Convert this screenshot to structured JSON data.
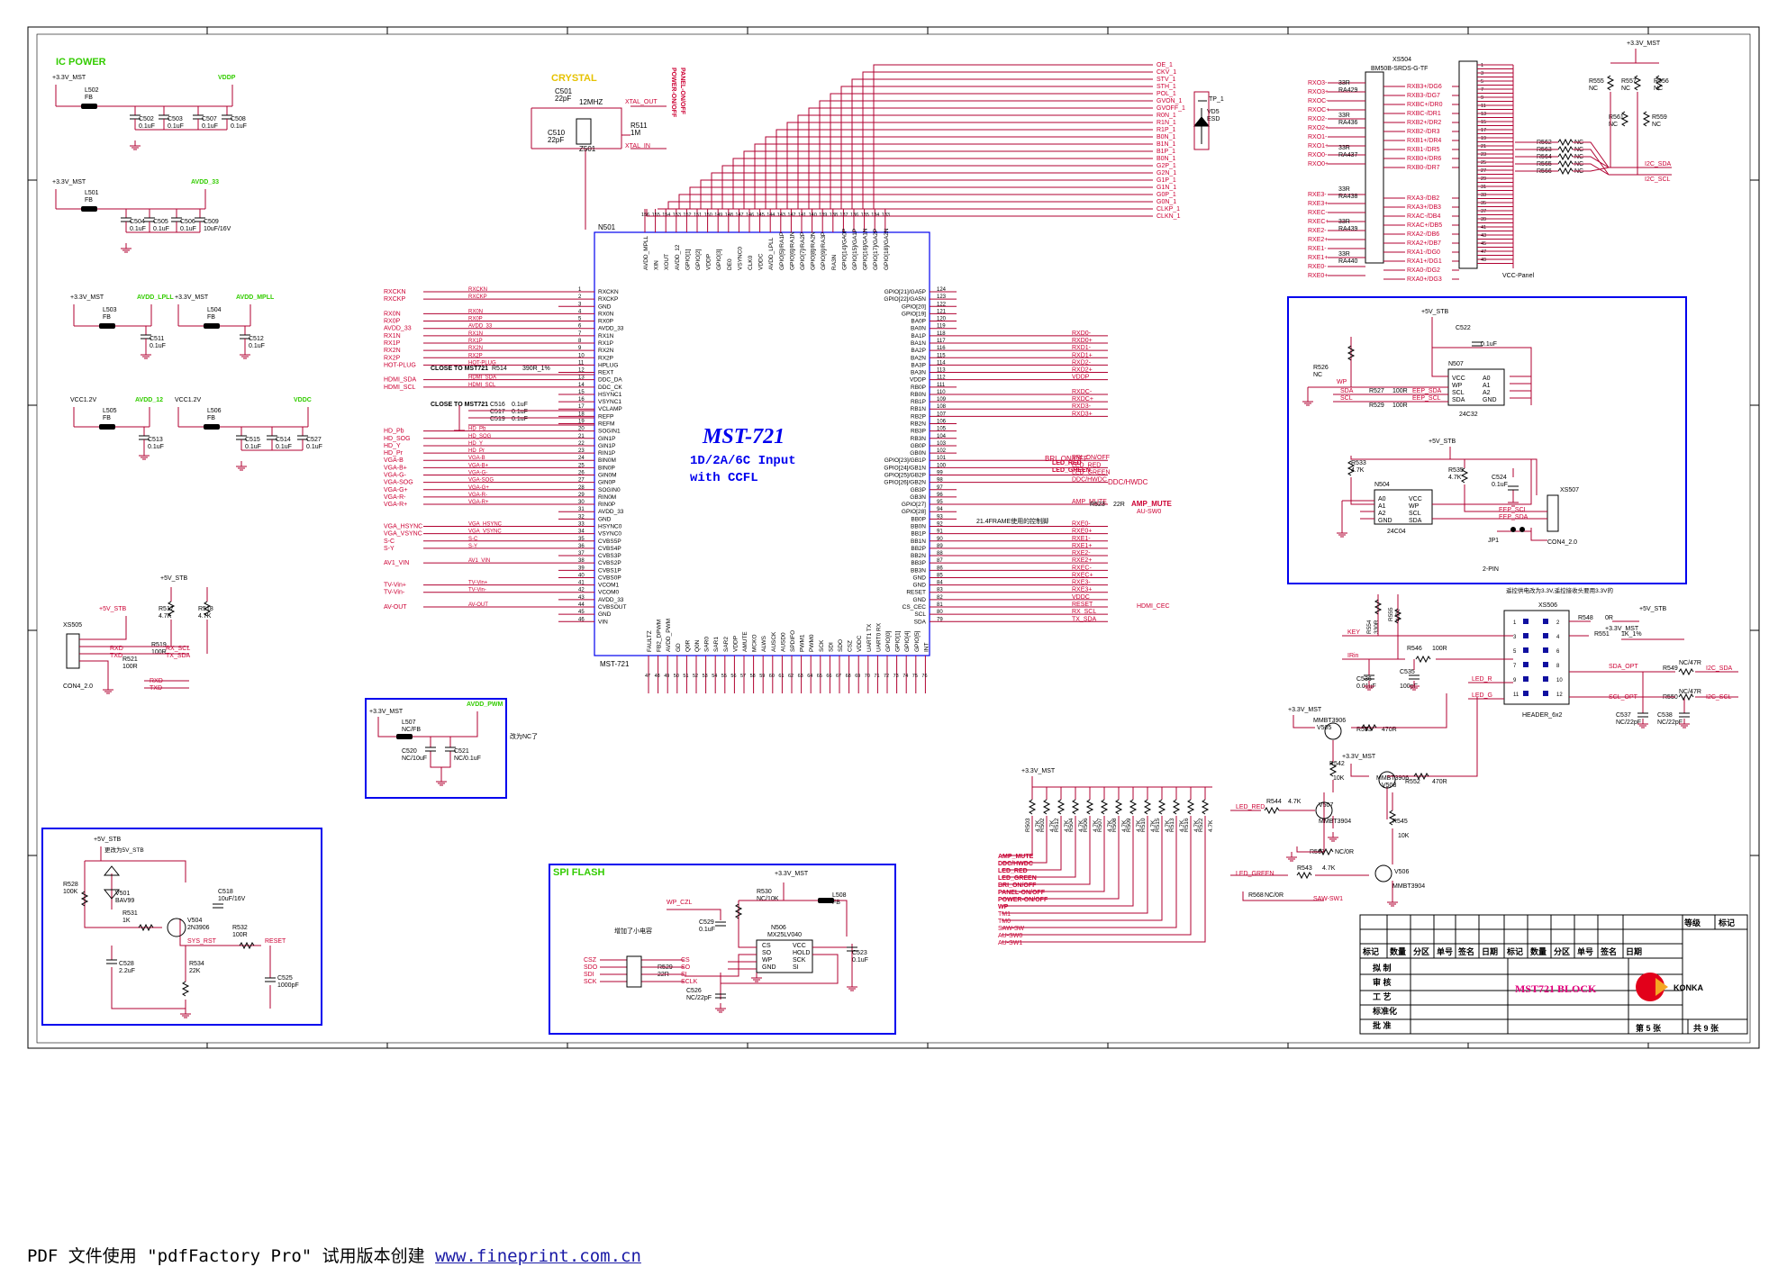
{
  "titles": {
    "ic_power": "IC POWER",
    "crystal": "CRYSTAL",
    "spi_flash": "SPI FLASH",
    "chip_name": "MST-721",
    "chip_sub1": "1D/2A/6C Input",
    "chip_sub2": "with CCFL",
    "chip_ref": "N501",
    "chip_bottom": "MST-721"
  },
  "chip": {
    "left_pins": [
      {
        "n": "1",
        "name": "RXCKN",
        "net": "RXCKN"
      },
      {
        "n": "2",
        "name": "RXCKP",
        "net": "RXCKP"
      },
      {
        "n": "3",
        "name": "GND",
        "net": ""
      },
      {
        "n": "4",
        "name": "RX0N",
        "net": "RX0N"
      },
      {
        "n": "5",
        "name": "RX0P",
        "net": "RX0P"
      },
      {
        "n": "6",
        "name": "AVDD_33",
        "net": "AVDD_33"
      },
      {
        "n": "7",
        "name": "RX1N",
        "net": "RX1N"
      },
      {
        "n": "8",
        "name": "RX1P",
        "net": "RX1P"
      },
      {
        "n": "9",
        "name": "RX2N",
        "net": "RX2N"
      },
      {
        "n": "10",
        "name": "RX2P",
        "net": "RX2P"
      },
      {
        "n": "11",
        "name": "HPLUG",
        "net": "HOT-PLUG"
      },
      {
        "n": "12",
        "name": "REXT",
        "net": ""
      },
      {
        "n": "13",
        "name": "DDC_DA",
        "net": "HDMI_SDA"
      },
      {
        "n": "14",
        "name": "DDC_CK",
        "net": "HDMI_SCL"
      },
      {
        "n": "15",
        "name": "HSYNC1",
        "net": ""
      },
      {
        "n": "16",
        "name": "VSYNC1",
        "net": ""
      },
      {
        "n": "17",
        "name": "VCLAMP",
        "net": ""
      },
      {
        "n": "18",
        "name": "REFP",
        "net": ""
      },
      {
        "n": "19",
        "name": "REFM",
        "net": ""
      },
      {
        "n": "20",
        "name": "SOGIN1",
        "net": "HD_Pb"
      },
      {
        "n": "21",
        "name": "GIN1P",
        "net": "HD_SOG"
      },
      {
        "n": "22",
        "name": "GIN1P",
        "net": "HD_Y"
      },
      {
        "n": "23",
        "name": "RIN1P",
        "net": "HD_Pr"
      },
      {
        "n": "24",
        "name": "BIN0M",
        "net": "VGA-B"
      },
      {
        "n": "25",
        "name": "BIN0P",
        "net": "VGA-B+"
      },
      {
        "n": "26",
        "name": "GIN0M",
        "net": "VGA-G-"
      },
      {
        "n": "27",
        "name": "GIN0P",
        "net": "VGA-SOG"
      },
      {
        "n": "28",
        "name": "SOGIN0",
        "net": "VGA-G+"
      },
      {
        "n": "29",
        "name": "RIN0M",
        "net": "VGA-R-"
      },
      {
        "n": "30",
        "name": "RIN0P",
        "net": "VGA-R+"
      },
      {
        "n": "31",
        "name": "AVDD_33",
        "net": ""
      },
      {
        "n": "32",
        "name": "GND",
        "net": ""
      },
      {
        "n": "33",
        "name": "HSYNC0",
        "net": "VGA_HSYNC"
      },
      {
        "n": "34",
        "name": "VSYNC0",
        "net": "VGA_VSYNC"
      },
      {
        "n": "35",
        "name": "CVBS5P",
        "net": "S-C"
      },
      {
        "n": "36",
        "name": "CVBS4P",
        "net": "S-Y"
      },
      {
        "n": "37",
        "name": "CVBS3P",
        "net": ""
      },
      {
        "n": "38",
        "name": "CVBS2P",
        "net": "AV1_VIN"
      },
      {
        "n": "39",
        "name": "CVBS1P",
        "net": ""
      },
      {
        "n": "40",
        "name": "CVBS0P",
        "net": ""
      },
      {
        "n": "41",
        "name": "VCOM1",
        "net": "TV-Vin+"
      },
      {
        "n": "42",
        "name": "VCOM0",
        "net": "TV-Vin-"
      },
      {
        "n": "43",
        "name": "AVDD_33",
        "net": ""
      },
      {
        "n": "44",
        "name": "CVBSOUT",
        "net": "AV-OUT"
      },
      {
        "n": "45",
        "name": "GND",
        "net": ""
      },
      {
        "n": "46",
        "name": "VIN",
        "net": ""
      }
    ],
    "right_pins": [
      {
        "n": "124",
        "name": "GPIO[21]/GA5P",
        "net": ""
      },
      {
        "n": "123",
        "name": "GPIO[22]/GA5N",
        "net": ""
      },
      {
        "n": "122",
        "name": "GPIO[20]",
        "net": ""
      },
      {
        "n": "121",
        "name": "GPIO[19]",
        "net": ""
      },
      {
        "n": "120",
        "name": "BA0P",
        "net": ""
      },
      {
        "n": "119",
        "name": "BA0N",
        "net": ""
      },
      {
        "n": "118",
        "name": "BA1P",
        "net": "RXD0-"
      },
      {
        "n": "117",
        "name": "BA1N",
        "net": "RXD0+"
      },
      {
        "n": "116",
        "name": "BA2P",
        "net": "RXD1-"
      },
      {
        "n": "115",
        "name": "BA2N",
        "net": "RXD1+"
      },
      {
        "n": "114",
        "name": "BA3P",
        "net": "RXD2-"
      },
      {
        "n": "113",
        "name": "BA3N",
        "net": "RXD2+"
      },
      {
        "n": "112",
        "name": "VDDP",
        "net": "VDDP"
      },
      {
        "n": "111",
        "name": "RB0P",
        "net": ""
      },
      {
        "n": "110",
        "name": "RB0N",
        "net": "RXDC-"
      },
      {
        "n": "109",
        "name": "RB1P",
        "net": "RXDC+"
      },
      {
        "n": "108",
        "name": "RB1N",
        "net": "RXD3-"
      },
      {
        "n": "107",
        "name": "RB2P",
        "net": "RXD3+"
      },
      {
        "n": "106",
        "name": "RB2N",
        "net": ""
      },
      {
        "n": "105",
        "name": "RB3P",
        "net": ""
      },
      {
        "n": "104",
        "name": "RB3N",
        "net": ""
      },
      {
        "n": "103",
        "name": "GB0P",
        "net": ""
      },
      {
        "n": "102",
        "name": "GB0N",
        "net": ""
      },
      {
        "n": "101",
        "name": "GPIO[23]/GB1P",
        "net": "BRI_ON/OFF"
      },
      {
        "n": "100",
        "name": "GPIO[24]/GB1N",
        "net": "LED_RED"
      },
      {
        "n": "99",
        "name": "GPIO[25]/GB2P",
        "net": "LED_GREEN"
      },
      {
        "n": "98",
        "name": "GPIO[26]/GB2N",
        "net": "DDC/HWDC"
      },
      {
        "n": "97",
        "name": "GB3P",
        "net": ""
      },
      {
        "n": "96",
        "name": "GB3N",
        "net": ""
      },
      {
        "n": "95",
        "name": "GPIO[27]",
        "net": "AMP_MUTE"
      },
      {
        "n": "94",
        "name": "GPIO[28]",
        "net": ""
      },
      {
        "n": "93",
        "name": "BB0P",
        "net": ""
      },
      {
        "n": "92",
        "name": "BB0N",
        "net": "RXE0-"
      },
      {
        "n": "91",
        "name": "BB1P",
        "net": "RXE0+"
      },
      {
        "n": "90",
        "name": "BB1N",
        "net": "RXE1-"
      },
      {
        "n": "89",
        "name": "BB2P",
        "net": "RXE1+"
      },
      {
        "n": "88",
        "name": "BB2N",
        "net": "RXE2-"
      },
      {
        "n": "87",
        "name": "BB3P",
        "net": "RXE2+"
      },
      {
        "n": "86",
        "name": "BB3N",
        "net": "RXEC-"
      },
      {
        "n": "85",
        "name": "GND",
        "net": "RXEC+"
      },
      {
        "n": "84",
        "name": "GND",
        "net": "RXE3-"
      },
      {
        "n": "83",
        "name": "RESET",
        "net": "RXE3+"
      },
      {
        "n": "82",
        "name": "GND",
        "net": "VDDC"
      },
      {
        "n": "81",
        "name": "CS_CEC",
        "net": "RESET"
      },
      {
        "n": "80",
        "name": "SCL",
        "net": "RX_SCL"
      },
      {
        "n": "79",
        "name": "SDA",
        "net": "TX_SDA"
      }
    ],
    "top_pins": [
      "AVDD_MPLL",
      "XIN",
      "XOUT",
      "AVDD_12",
      "GPIO[1]",
      "GPIO[2]",
      "VDDP",
      "GPIO[3]",
      "DE0",
      "VSYNC0",
      "CLK0",
      "VDDC",
      "AVDD_LPLL",
      "GPIO[5]/RA1P",
      "GPIO[6]/RA1N",
      "GPIO[7]/RA2P",
      "GPIO[8]/RA2N",
      "GPIO[9]/RA3P",
      "RA3N",
      "GPIO[14]/GA0P",
      "GPIO[15]/GA1P",
      "GPIO[16]/GA1N",
      "GPIO[17]/GA2P",
      "GPIO[18]/GA2N"
    ],
    "bottom_pins": [
      "FAULTZ",
      "FB2_DPWM",
      "AVDD_PWM",
      "GD",
      "Q0R",
      "Q0N",
      "SAR0",
      "SAR1",
      "SAR2",
      "VDDP",
      "AMUTE",
      "MCKO",
      "ALWS",
      "AUSCK",
      "AUSD0",
      "SPDIFO",
      "PWM1",
      "PWM0",
      "SCK",
      "SDI",
      "SDO",
      "CSZ",
      "VDDC",
      "UART1 TX",
      "UART0 RX",
      "GPIO[0]",
      "GPIO[1]",
      "GPIO[4]",
      "GPIO[5]",
      "INT"
    ]
  },
  "panel_nets": [
    "OE_1",
    "CKV_1",
    "STV_1",
    "STH_1",
    "POL_1",
    "GVON_1",
    "GVOFF_1",
    "R0N_1",
    "R1N_1",
    "R1P_1",
    "B0N_1",
    "B1N_1",
    "B1P_1",
    "B0N_1",
    "G2P_1",
    "G2N_1",
    "G1P_1",
    "G1N_1",
    "G0P_1",
    "G0N_1",
    "CLKP_1",
    "CLKN_1"
  ],
  "ic_power": {
    "blocks": [
      {
        "rail": "+3.3V_MST",
        "ind": "L502",
        "ind_val": "FB",
        "out": "VDDP",
        "caps": [
          "C502",
          "C503",
          "C507",
          "C508"
        ],
        "vals": [
          "0.1uF",
          "0.1uF",
          "0.1uF",
          "0.1uF"
        ]
      },
      {
        "rail": "+3.3V_MST",
        "ind": "L501",
        "ind_val": "FB",
        "out": "AVDD_33",
        "caps": [
          "C504",
          "C505",
          "C506",
          "C509"
        ],
        "vals": [
          "0.1uF",
          "0.1uF",
          "0.1uF",
          "10uF/16V"
        ]
      },
      {
        "rail": "+3.3V_MST",
        "ind": "L503",
        "ind_val": "FB",
        "out": "AVDD_LPLL",
        "caps": [
          "C511"
        ],
        "vals": [
          "0.1uF"
        ]
      },
      {
        "rail": "+3.3V_MST",
        "ind": "L504",
        "ind_val": "FB",
        "out": "AVDD_MPLL",
        "caps": [
          "C512"
        ],
        "vals": [
          "0.1uF"
        ]
      },
      {
        "rail": "VCC1.2V",
        "ind": "L505",
        "ind_val": "FB",
        "out": "AVDD_12",
        "caps": [
          "C513"
        ],
        "vals": [
          "0.1uF"
        ]
      },
      {
        "rail": "VCC1.2V",
        "ind": "L506",
        "ind_val": "FB",
        "out": "VDDC",
        "caps": [
          "C515",
          "C514",
          "C527"
        ],
        "vals": [
          "0.1uF",
          "0.1uF",
          "0.1uF"
        ]
      }
    ]
  },
  "crystal": {
    "xtal": "12MHZ",
    "ref": "Z501",
    "c1": "C501",
    "c1v": "22pF",
    "c2": "C510",
    "c2v": "22pF",
    "r": "R511",
    "rv": "1M",
    "xo": "XTAL_OUT",
    "xi": "XTAL_IN",
    "panel": "PANEL-ON/OFF",
    "power": "POWER-ON/OFF"
  },
  "xs505": {
    "ref": "XS505",
    "label": "CON4_2.0",
    "rail": "+5V_STB",
    "rail2": "+5V_STB",
    "r1": "R517",
    "r1v": "4.7K",
    "r2": "R518",
    "r2v": "4.7K",
    "r3": "R519",
    "r3v": "100R",
    "r4": "R521",
    "r4v": "100R",
    "n1": "RXD",
    "n2": "TXD",
    "n3": "RX_SCL",
    "n4": "TX_SDA",
    "o1": "RXD",
    "o2": "TXD"
  },
  "l507": {
    "rail": "+3.3V_MST",
    "out": "AVDD_PWM",
    "ref": "L507",
    "val": "NC/FB",
    "c1": "C520",
    "c1v": "NC/10uF",
    "c2": "C521",
    "c2v": "NC/0.1uF",
    "note": "改为NC了"
  },
  "reset": {
    "rail": "+5V_STB",
    "note": "更改为5V_STB",
    "r528": "R528",
    "r528v": "100K",
    "d": "V501",
    "dv": "BAV99",
    "c518": "C518",
    "c518v": "10uF/16V",
    "r531": "R531",
    "r531v": "1K",
    "q": "V504",
    "qv": "2N3906",
    "r532": "R532",
    "r532v": "100R",
    "rst": "RESET",
    "sys": "SYS_RST",
    "c528": "C528",
    "c528v": "2.2uF",
    "r534": "R534",
    "r534v": "22K",
    "c525": "C525",
    "c525v": "1000pF"
  },
  "spi": {
    "rail": "+3.3V_MST",
    "r530": "R530",
    "r530v": "NC/10K",
    "l508": "L508",
    "l508v": "FB",
    "wp": "WP_CZL",
    "c529": "C529",
    "c529v": "0.1uF",
    "note": "增加了小电容",
    "chip": "N506",
    "chipv": "MX25LV040",
    "pins_l": [
      "CS",
      "SO",
      "WP",
      "GND"
    ],
    "pins_r": [
      "VCC",
      "HOLD",
      "SCK",
      "SI"
    ],
    "c523": "C523",
    "c523v": "0.1uF",
    "r529": "R529",
    "r529v": "22R",
    "c526": "C526",
    "c526v": "NC/22pF",
    "sig": [
      "CSZ",
      "SDO",
      "SDI",
      "SCK"
    ],
    "sig2": [
      "CS",
      "SO",
      "SI",
      "SCLK"
    ]
  },
  "connector": {
    "ref": "XS504",
    "part": "BM50B-SRDS-G-TF",
    "rails": "VCC-Panel",
    "resistors": [
      "33R RA429",
      "33R RA436",
      "33R RA437",
      "33R RA438",
      "33R RA439",
      "33R RA440"
    ],
    "left_nets": [
      "RXO3-",
      "RXO3+",
      "RXOC-",
      "RXOC+",
      "RXO2-",
      "RXO2+",
      "RXO1-",
      "RXO1+",
      "RXO0-",
      "RXO0+",
      "RXE3-",
      "RXE3+",
      "RXEC-",
      "RXEC+",
      "RXE2-",
      "RXE2+",
      "RXE1-",
      "RXE1+",
      "RXE0-",
      "RXE0+"
    ],
    "right_nets": [
      "RXB3+/DG6",
      "RXB3-/DG7",
      "RXBC+/DR0",
      "RXBC-/DR1",
      "RXB2+/DR2",
      "RXB2-/DR3",
      "RXB1+/DR4",
      "RXB1-/DR5",
      "RXB0+/DR6",
      "RXB0-/DR7",
      "RXA3-/DB2",
      "RXA3+/DB3",
      "RXAC-/DB4",
      "RXAC+/DB5",
      "RXA2-/DB6",
      "RXA2+/DB7",
      "RXA1-/DG0",
      "RXA1+/DG1",
      "RXA0-/DG2",
      "RXA0+/DG3"
    ]
  },
  "i2c_block": {
    "rail": "+3.3V_MST",
    "r555": "R555 NC",
    "r557": "R557 NC",
    "r556": "R556 NC",
    "r561": "R561 NC",
    "r559": "R559 NC",
    "r562": "R562",
    "r563": "R563",
    "r564": "R564",
    "r565": "R565",
    "r566": "R566",
    "nc": "NC",
    "sda": "I2C_SDA",
    "scl": "I2C_SCL"
  },
  "eeprom": {
    "rail1": "+5V_STB",
    "c522": "C522",
    "c522v": "0.1uF",
    "r526": "R526",
    "r526v": "NC",
    "chip": "N507",
    "chipv": "24C32",
    "r527": "R527",
    "r527v": "100R",
    "r529": "R529",
    "r529v": "100R",
    "pins_l": [
      "VCC",
      "WP",
      "SCL",
      "SDA"
    ],
    "pins_r": [
      "A0",
      "A1",
      "A2",
      "GND"
    ],
    "wp": "WP",
    "eepsda": "EEP_SDA",
    "eepscl": "EEP_SCL",
    "sda_in": "SDA",
    "scl_in": "SCL",
    "rail2": "+5V_STB",
    "r533": "R533",
    "r533v": "4.7K",
    "r535": "R535",
    "r535v": "4.7K",
    "c524": "C524",
    "c524v": "0.1uF",
    "chip2": "N504",
    "chip2v": "24C04",
    "pins2_l": [
      "A0",
      "A1",
      "A2",
      "GND"
    ],
    "pins2_r": [
      "VCC",
      "WP",
      "SCL",
      "SDA"
    ],
    "xs507": "XS507",
    "xs507v": "CON4_2.0",
    "jp1": "JP1",
    "jp1v": "2-PIN",
    "eep_scl": "EEP_SCL",
    "eep_sda": "EEP_SDA"
  },
  "keyboard": {
    "note": "遥控供电改为3.3V,遥控接收头要用3.3V的",
    "xs506": "XS506",
    "xs506v": "HEADER_6x2",
    "rail": "+3.3V_MST",
    "rail2": "+5V_STB",
    "r554": "R554",
    "r554v": "330R",
    "r555": "R555",
    "r555v": "4.7K",
    "r546": "R546",
    "r546v": "100R",
    "c536": "C536",
    "c536v": "0.01uF",
    "c535": "C535",
    "c535v": "100pF",
    "r548": "R548",
    "r548v": "0R",
    "r551": "R551",
    "r551v": "1K_1%",
    "r549": "R549",
    "r549v": "NC/47R",
    "r550": "R550",
    "r550v": "NC/47R",
    "c537": "C537",
    "c537v": "NC/22pF",
    "c538": "C538",
    "c538v": "NC/22pF",
    "key": "KEY",
    "ir": "IRin",
    "ledr": "LED_R",
    "ledg": "LED_G",
    "sda_opt": "SDA_OPT",
    "scl_opt": "SCL_OPT",
    "i2c_sda": "I2C_SDA",
    "i2c_scl": "I2C_SCL"
  },
  "led_drive": {
    "rail": "+3.3V_MST",
    "q505": "V505",
    "q505v": "MMBT3906",
    "r553": "R553",
    "r553v": "470R",
    "r542": "R542",
    "r542v": "10K",
    "q508": "V508",
    "q508v": "MMBT3906",
    "r552": "R552",
    "r552v": "470R",
    "q507": "V507",
    "q507v": "MMBT3904",
    "r544": "R544",
    "r544v": "4.7K",
    "r545": "R545",
    "r545v": "10K",
    "r567": "R567",
    "r567v": "NC/0R",
    "q506": "V506",
    "q506v": "MMBT3904",
    "r543": "R543",
    "r543v": "4.7K",
    "r568": "R568",
    "r568v": "NC/0R",
    "ledred": "LED_RED",
    "ledgreen": "LED_GREEN",
    "sawsw": "SAW-SW1"
  },
  "pullups": {
    "rail": "+3.3V_MST",
    "refs": [
      "R503",
      "R502",
      "R512",
      "R504",
      "R506",
      "R507",
      "R508",
      "R509",
      "R510",
      "R515",
      "R513",
      "R516",
      "R522"
    ],
    "vals": [
      "4.7K",
      "4.7K",
      "4.7K",
      "4.7K",
      "4.7K",
      "4.7K",
      "4.7K",
      "4.7K",
      "4.7K",
      "4.7K",
      "4.7K",
      "4.7K",
      "4.7K"
    ],
    "nets": [
      "AMP_MUTE",
      "DDC/HWDC",
      "LED_RED",
      "LED_GREEN",
      "BRI_ON/OFF",
      "PANEL-ON/OFF",
      "POWER-ON/OFF",
      "WP",
      "TM1",
      "TM0",
      "SAW-SW",
      "AU-SW0",
      "AU-SW1"
    ]
  },
  "misc": {
    "close1": "CLOSE TO MST721",
    "close2": "CLOSE TO MST721",
    "r514": "R514",
    "r514v": "390R_1%",
    "c516": "C516",
    "c517": "C517",
    "c519": "C519",
    "cval": "0.1uF",
    "r523": "R523",
    "r523v": "22R",
    "amp": "AMP_MUTE",
    "ausw": "AU-SW0",
    "hdmi_cec": "HDMI_CEC",
    "note_cn": "21.4FRAME使用的控制脚",
    "vddc": "VDDC",
    "reset": "RESET",
    "rx_scl": "RX_SCL",
    "tx_sda": "TX_SDA",
    "tp": "TP_1",
    "d5": "VD5",
    "d5v": "ESD",
    "led_red": "LED_RED",
    "led_green": "LED_GREEN",
    "bri": "BRI_ON/OFF",
    "ddc": "DDC/HWDC"
  },
  "title_block": {
    "headers": [
      "标记",
      "数量",
      "分区",
      "单号",
      "签名",
      "日期",
      "标记",
      "数量",
      "分区",
      "单号",
      "签名",
      "日期"
    ],
    "rows": [
      "拟 制",
      "审 核",
      "工 艺",
      "标准化",
      "批 准"
    ],
    "grade": "等级",
    "mark": "标记",
    "title": "MST721 BLOCK",
    "brand": "KONKA",
    "sheet": "第 5 张",
    "total": "共 9 张"
  },
  "footer": {
    "text": "PDF 文件使用 \"pdfFactory Pro\" 试用版本创建 ",
    "link": "www.fineprint.com.cn"
  },
  "colors": {
    "wire": "#b00030",
    "label": "#cc0033",
    "part": "#000000",
    "green": "#33cc00",
    "yellow": "#e6c200",
    "blue": "#0000ee",
    "title_red": "#e0007a"
  }
}
